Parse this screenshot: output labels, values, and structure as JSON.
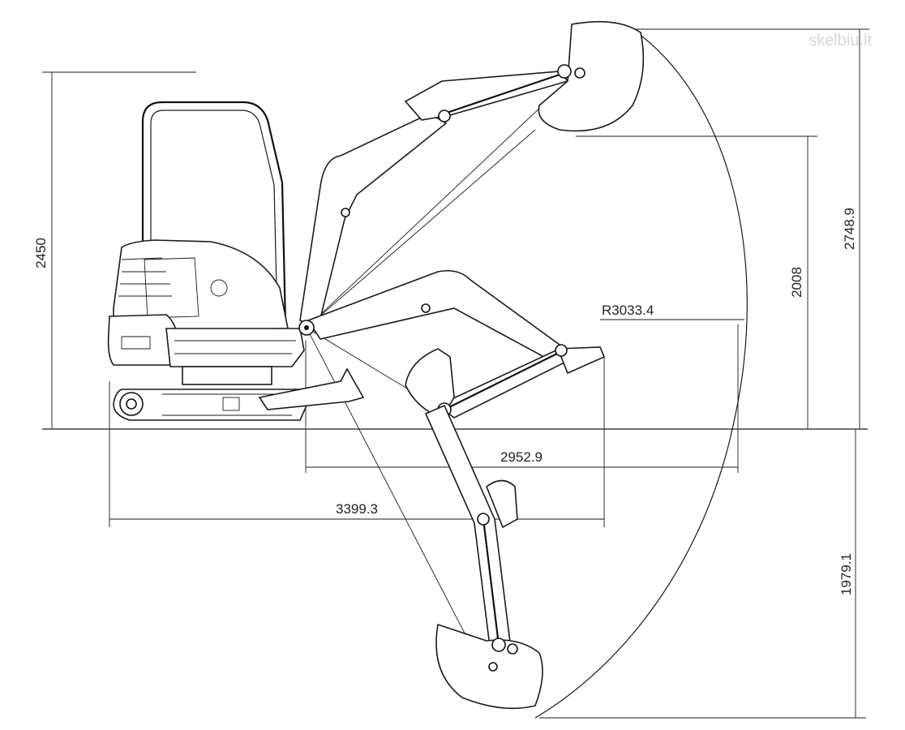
{
  "watermark": "skelbiu.lt",
  "dimensions": {
    "overall_height": "2450",
    "max_dig_height": "2748.9",
    "max_dump_height": "2008",
    "max_dig_depth": "1979.1",
    "max_reach_ground": "3399.3",
    "reach_from_pivot": "2952.9",
    "radius": "R3033.4"
  }
}
